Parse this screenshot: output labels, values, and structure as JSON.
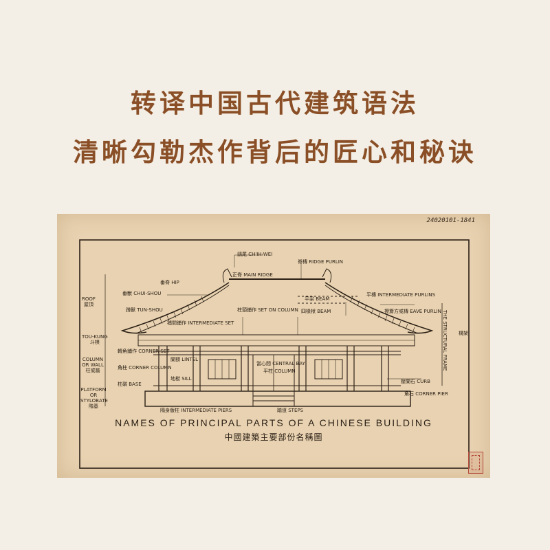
{
  "headline": {
    "line1": "转译中国古代建筑语法",
    "line2": "清晰勾勒杰作背后的匠心和秘诀"
  },
  "drawing": {
    "archive_number": "24020101-1841",
    "caption_en": "NAMES OF PRINCIPAL PARTS OF A CHINESE BUILDING",
    "caption_cn": "中國建築主要部份名稱圖",
    "left_labels": {
      "roof": "ROOF",
      "roof_cn": "屋頂",
      "tou_kung": "TOU-KUNG",
      "tou_kung_cn": "斗栱",
      "column_wall": "COLUMN OR WALL",
      "column_wall_cn": "柱或牆",
      "platform": "PLATFORM OR STYLOBATE",
      "platform_cn": "階基"
    },
    "labels": {
      "chih_wei": "鴟尾 CH'IH-WEI",
      "main_ridge": "正脊 MAIN RIDGE",
      "ridge_purlin": "脊槫 RIDGE PURLIN",
      "hip": "垂脊 HIP",
      "chui_shou": "垂獸 CHUI-SHOU",
      "tun_shou": "蹲獸 TUN-SHOU",
      "intermediate_purlins": "平槫 INTERMEDIATE PURLINS",
      "beam": "平梁 BEAM",
      "beam2": "四椽栿 BEAM",
      "eave_purlin": "撩簷方或槫 EAVE PURLIN",
      "set_on_column": "柱頭鋪作 SET ON COLUMN",
      "intermediate_set": "補間鋪作 INTERMEDIATE SET",
      "corner_set": "轉角鋪作 CORNER SET",
      "corner_column": "角柱 CORNER COLUMN",
      "lintel": "闌額 LINTEL",
      "sill": "地栿 SILL",
      "base": "柱礩 BASE",
      "central_bay": "當心間 CENTRAL BAY",
      "column": "平柱 COLUMN",
      "curb": "壓闌石 CURB",
      "corner_pier": "角石 CORNER PIER",
      "intermediate_piers": "隔身版柱 INTERMEDIATE PIERS",
      "steps": "踏道 STEPS",
      "structural_frame": "THE STRUCTURAL FRAME",
      "structural_frame_cn": "構架"
    }
  }
}
